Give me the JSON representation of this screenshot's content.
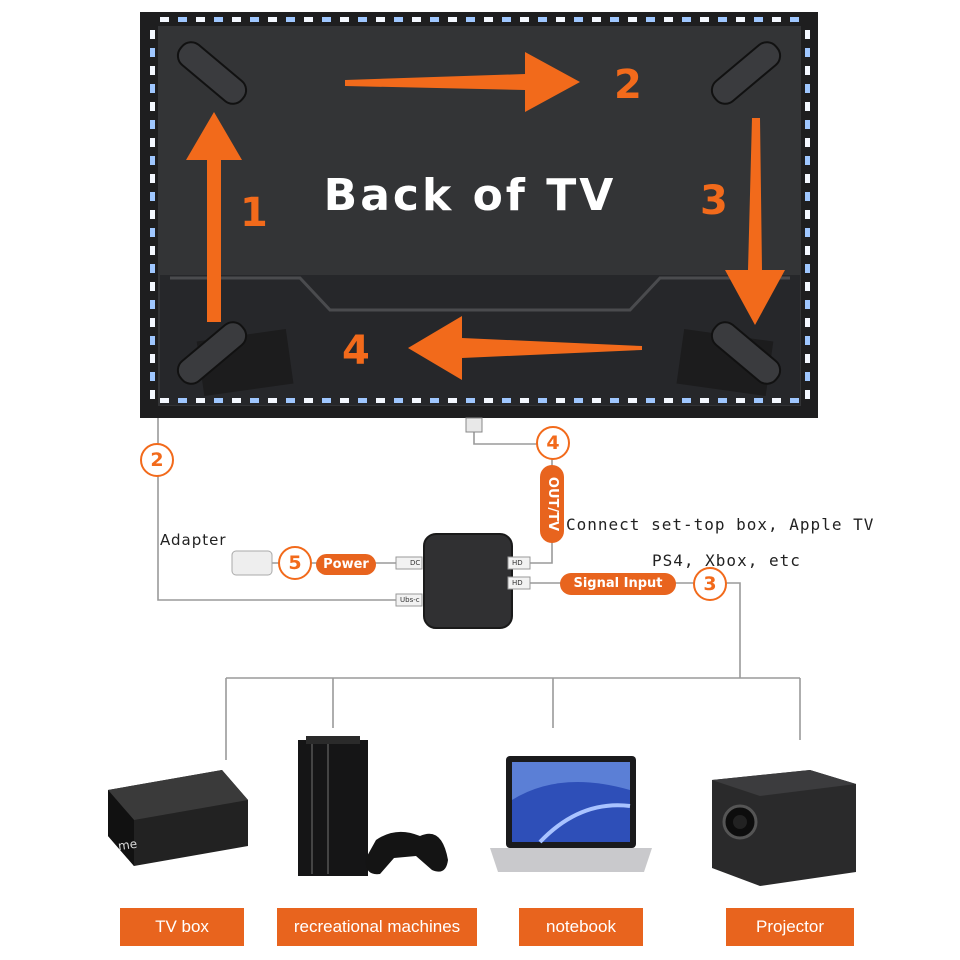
{
  "tv": {
    "title": "Back of TV"
  },
  "steps": {
    "s1": "1",
    "s2": "2",
    "s3": "3",
    "s4": "4"
  },
  "connections": {
    "c2": "2",
    "c3": "3",
    "c4": "4",
    "c5": "5",
    "out_tv": "OUT/TV",
    "power": "Power",
    "signal_input": "Signal Input",
    "adapter": "Adapter",
    "connect_note": "Connect set-top box, Apple TV",
    "devices_note": "PS4, Xbox, etc",
    "ports": {
      "dc": "DC",
      "hd_out": "HD",
      "hd_in": "HD",
      "usb": "Ubs-c"
    }
  },
  "devices": [
    {
      "label": "TV box",
      "brand": "me"
    },
    {
      "label": "recreational machines"
    },
    {
      "label": "notebook"
    },
    {
      "label": "Projector"
    }
  ],
  "colors": {
    "accent": "#e8641e",
    "tv_dark": "#2b2b2d",
    "line": "#9a9a9a"
  }
}
